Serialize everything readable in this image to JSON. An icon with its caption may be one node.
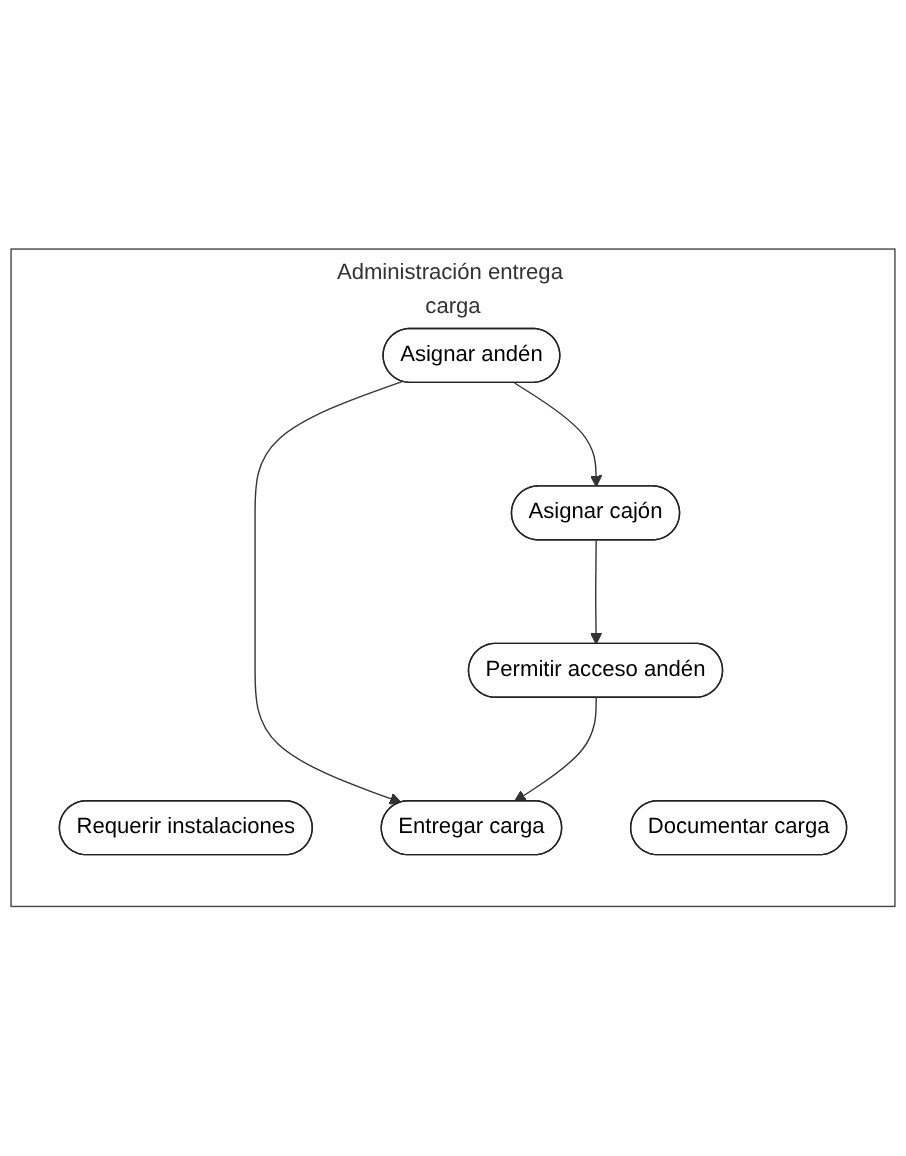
{
  "diagram": {
    "nodes": [
      {
        "text": [
          "Administración entrega carga"
        ]
      },
      {
        "text": [
          "Requerir instalaciones"
        ],
        "in": 0
      },
      {
        "text": [
          "Asignar andén"
        ],
        "in": 0
      },
      {
        "text": [
          "Asignar cajón"
        ],
        "in": 0
      },
      {
        "text": [
          "Permitir acceso andén"
        ],
        "in": 0
      },
      {
        "text": [
          "Entregar carga"
        ],
        "in": 0
      },
      {
        "text": [
          "Documentar carga"
        ],
        "in": 0
      }
    ],
    "edges": [
      {
        "from": 2,
        "to": 3,
        "arrow": "to"
      },
      {
        "from": 3,
        "to": 4,
        "arrow": "to"
      },
      {
        "from": 2,
        "to": 5,
        "arrow": "to"
      },
      {
        "from": 4,
        "to": 5,
        "arrow": "to"
      }
    ]
  }
}
